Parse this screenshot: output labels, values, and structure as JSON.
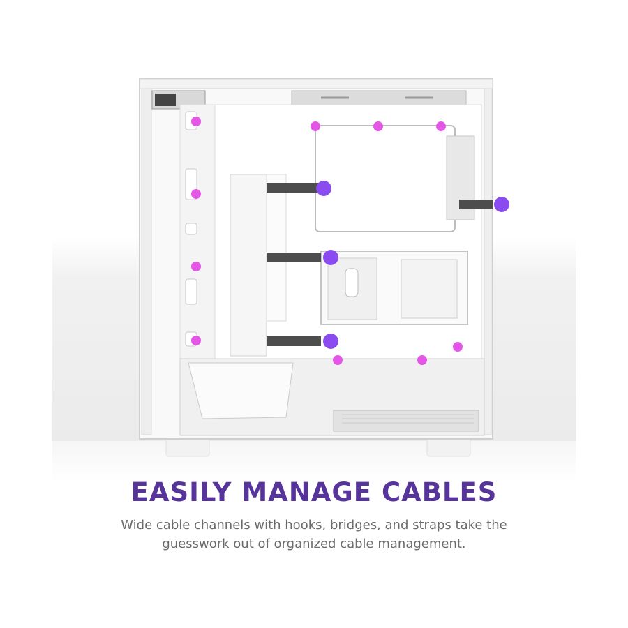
{
  "headline": "EASILY MANAGE CABLES",
  "subtext": "Wide cable channels with hooks, bridges, and straps take the guesswork out of organized cable management.",
  "colors": {
    "headline": "#56349a",
    "subtext": "#6b6b6b",
    "hook_marker": "#e456e6",
    "strap_marker": "#8a4cf0",
    "background_panel": "#ebebeb",
    "case_body": "#f7f7f7"
  },
  "markers": {
    "hook_count": 10,
    "strap_count": 4
  }
}
